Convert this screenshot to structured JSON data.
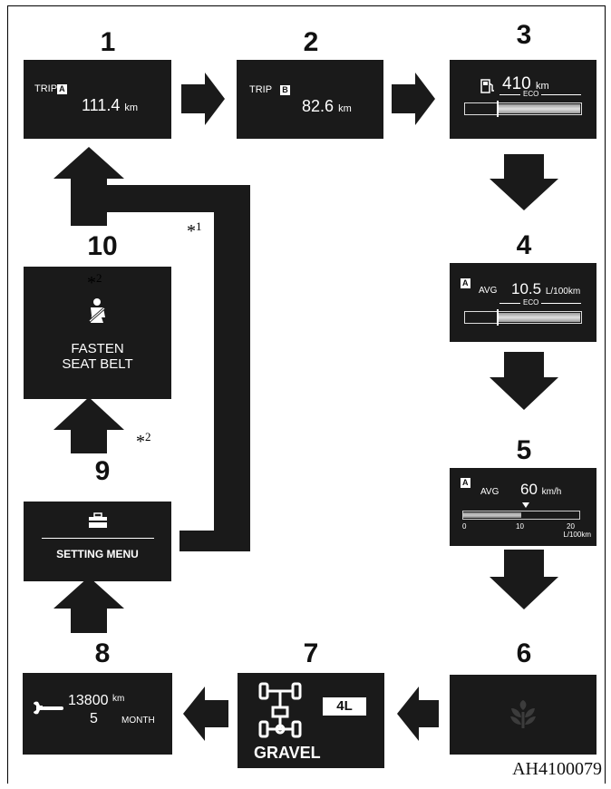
{
  "steps": [
    {
      "num": "1"
    },
    {
      "num": "2"
    },
    {
      "num": "3"
    },
    {
      "num": "4"
    },
    {
      "num": "5"
    },
    {
      "num": "6"
    },
    {
      "num": "7"
    },
    {
      "num": "8"
    },
    {
      "num": "9"
    },
    {
      "num": "10"
    }
  ],
  "screen1": {
    "trip": "TRIP",
    "badge": "A",
    "value": "111.4",
    "unit": "km"
  },
  "screen2": {
    "trip": "TRIP",
    "badge": "B",
    "value": "82.6",
    "unit": "km"
  },
  "screen3": {
    "value": "410",
    "unit": "km",
    "eco": "ECO",
    "icon": "fuel-pump-icon"
  },
  "screen4": {
    "badge": "A",
    "avg": "AVG",
    "value": "10.5",
    "unit": "L/100km",
    "eco": "ECO"
  },
  "screen5": {
    "badge": "A",
    "avg": "AVG",
    "value": "60",
    "unit": "km/h",
    "tick0": "0",
    "tick10": "10",
    "tick20": "20",
    "axisunit": "L/100km",
    "level": 0.5
  },
  "screen6": {
    "icon": "leaf-icon"
  },
  "screen7": {
    "mode": "4L",
    "label": "GRAVEL",
    "icon": "drivetrain-icon"
  },
  "screen8": {
    "km": "13800",
    "km_unit": "km",
    "month": "5",
    "month_unit": "MONTH",
    "icon": "wrench-icon"
  },
  "screen9": {
    "label": "SETTING MENU",
    "icon": "toolbox-icon"
  },
  "screen10": {
    "line1": "FASTEN",
    "line2": "SEAT BELT",
    "icon": "seatbelt-icon"
  },
  "notes": {
    "n1": "*",
    "n1sup": "1",
    "n2": "*",
    "n2sup": "2",
    "n2b": "*",
    "n2bsup": "2"
  },
  "figure_code": "AH4100079",
  "colors": {
    "screen": "#1a1a1a",
    "arrow": "#1a1a1a",
    "text": "#ffffff"
  }
}
